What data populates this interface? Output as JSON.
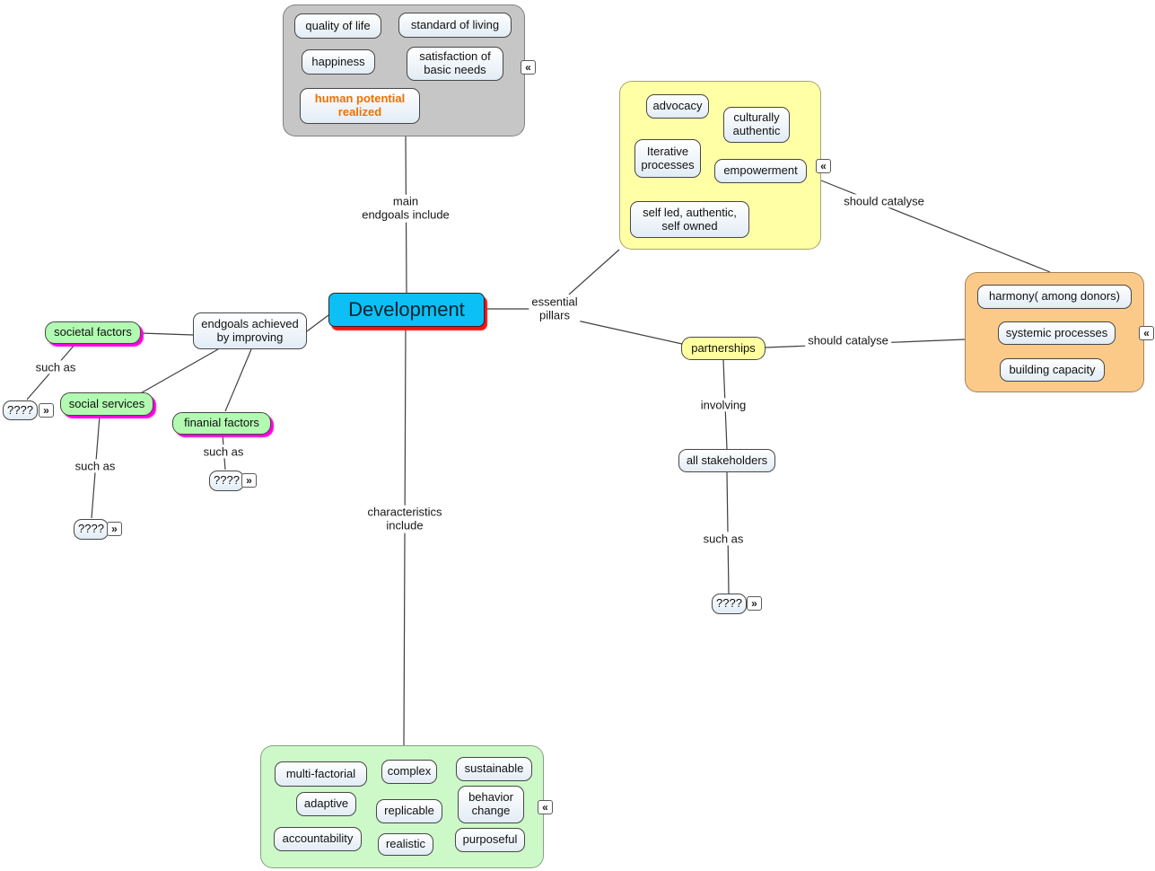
{
  "nodes": {
    "development": "Development",
    "partnerships": "partnerships",
    "all_stakeholders": "all stakeholders",
    "endgoals_achieved": "endgoals achieved by improving",
    "societal_factors": "societal factors",
    "social_services": "social services",
    "finanial_factors": "finanial factors",
    "unknown_placeholder": "????",
    "endgoals_group": {
      "quality_of_life": "quality of life",
      "standard_of_living": "standard of living",
      "happiness": "happiness",
      "satisfaction_basic_needs": "satisfaction of basic needs",
      "human_potential_realized": "human potential realized"
    },
    "pillars_group": {
      "advocacy": "advocacy",
      "culturally_authentic": "culturally authentic",
      "iterative_processes": "Iterative processes",
      "empowerment": "empowerment",
      "self_led": "self led, authentic, self owned"
    },
    "catalyse_group": {
      "harmony": "harmony( among donors)",
      "systemic_processes": "systemic processes",
      "building_capacity": "building capacity"
    },
    "characteristics_group": {
      "multi_factorial": "multi-factorial",
      "complex": "complex",
      "sustainable": "sustainable",
      "adaptive": "adaptive",
      "replicable": "replicable",
      "behavior_change": "behavior change",
      "accountability": "accountability",
      "realistic": "realistic",
      "purposeful": "purposeful"
    }
  },
  "labels": {
    "main_endgoals_include": "main\nendgoals include",
    "essential_pillars": "essential\npillars",
    "should_catalyse": "should catalyse",
    "involving": "involving",
    "such_as": "such as",
    "characteristics_include": "characteristics\ninclude"
  },
  "icons": {
    "collapse_left": "«",
    "expand_right": "»"
  },
  "colors": {
    "development_bg": "#0cc0f5",
    "development_shadow": "#ff0f0f",
    "endgoals_group_bg": "#c6c6c6",
    "pillars_group_bg": "#ffffa6",
    "catalyse_group_bg": "#fbca88",
    "characteristics_group_bg": "#cdf8c8",
    "factor_node_bg": "#b2fab2",
    "factor_node_shadow": "#ff00e0",
    "partnerships_bg": "#ffffa0",
    "default_node_bg": "#e2ecf5",
    "node_border": "#474747",
    "human_potential_text_color": "#f07000",
    "line_color": "#3f3f3f"
  }
}
